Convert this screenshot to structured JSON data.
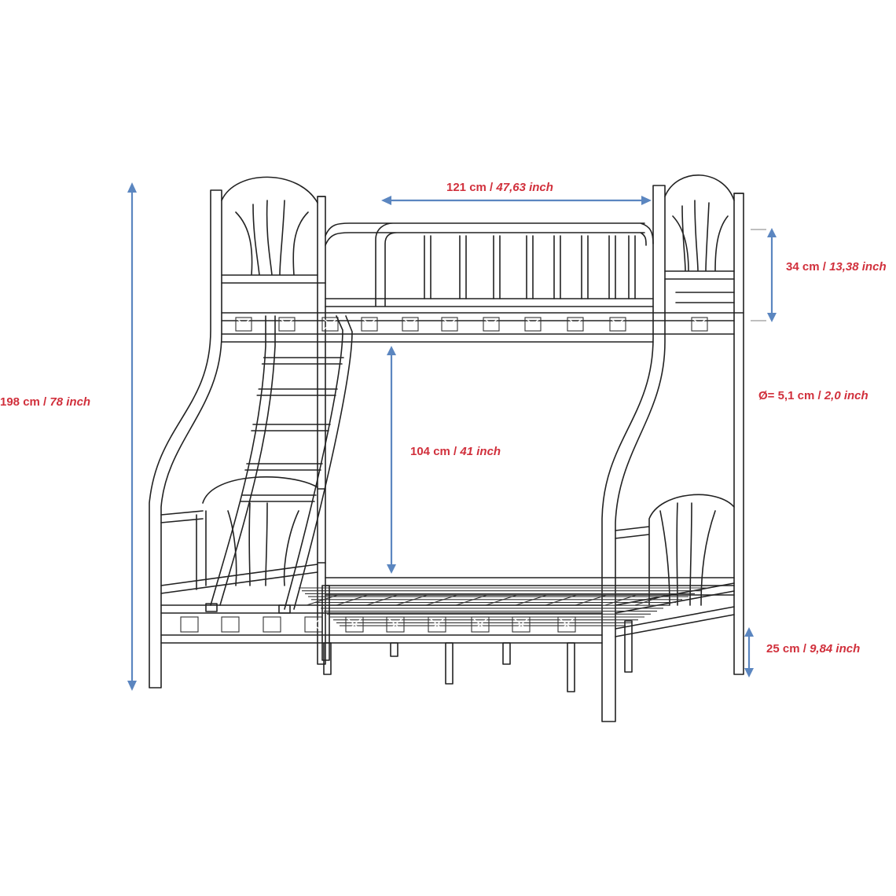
{
  "dimensions": {
    "total_height": {
      "cm": "198 cm",
      "sep": " / ",
      "inch": "78 inch"
    },
    "top_width": {
      "cm": "121 cm",
      "sep": " / ",
      "inch": "47,63 inch"
    },
    "guard_rail_height": {
      "cm": "34 cm",
      "sep": " / ",
      "inch": "13,38 inch"
    },
    "tube_diameter": {
      "cm": "Ø= 5,1 cm",
      "sep": " / ",
      "inch": "2,0 inch"
    },
    "bunk_clearance": {
      "cm": "104 cm",
      "sep": " / ",
      "inch": "41 inch"
    },
    "floor_clearance": {
      "cm": "25 cm",
      "sep": " / ",
      "inch": "9,84 inch"
    }
  },
  "colors": {
    "label": "#d1303c",
    "arrow": "#5b86c0",
    "line": "#222222"
  }
}
